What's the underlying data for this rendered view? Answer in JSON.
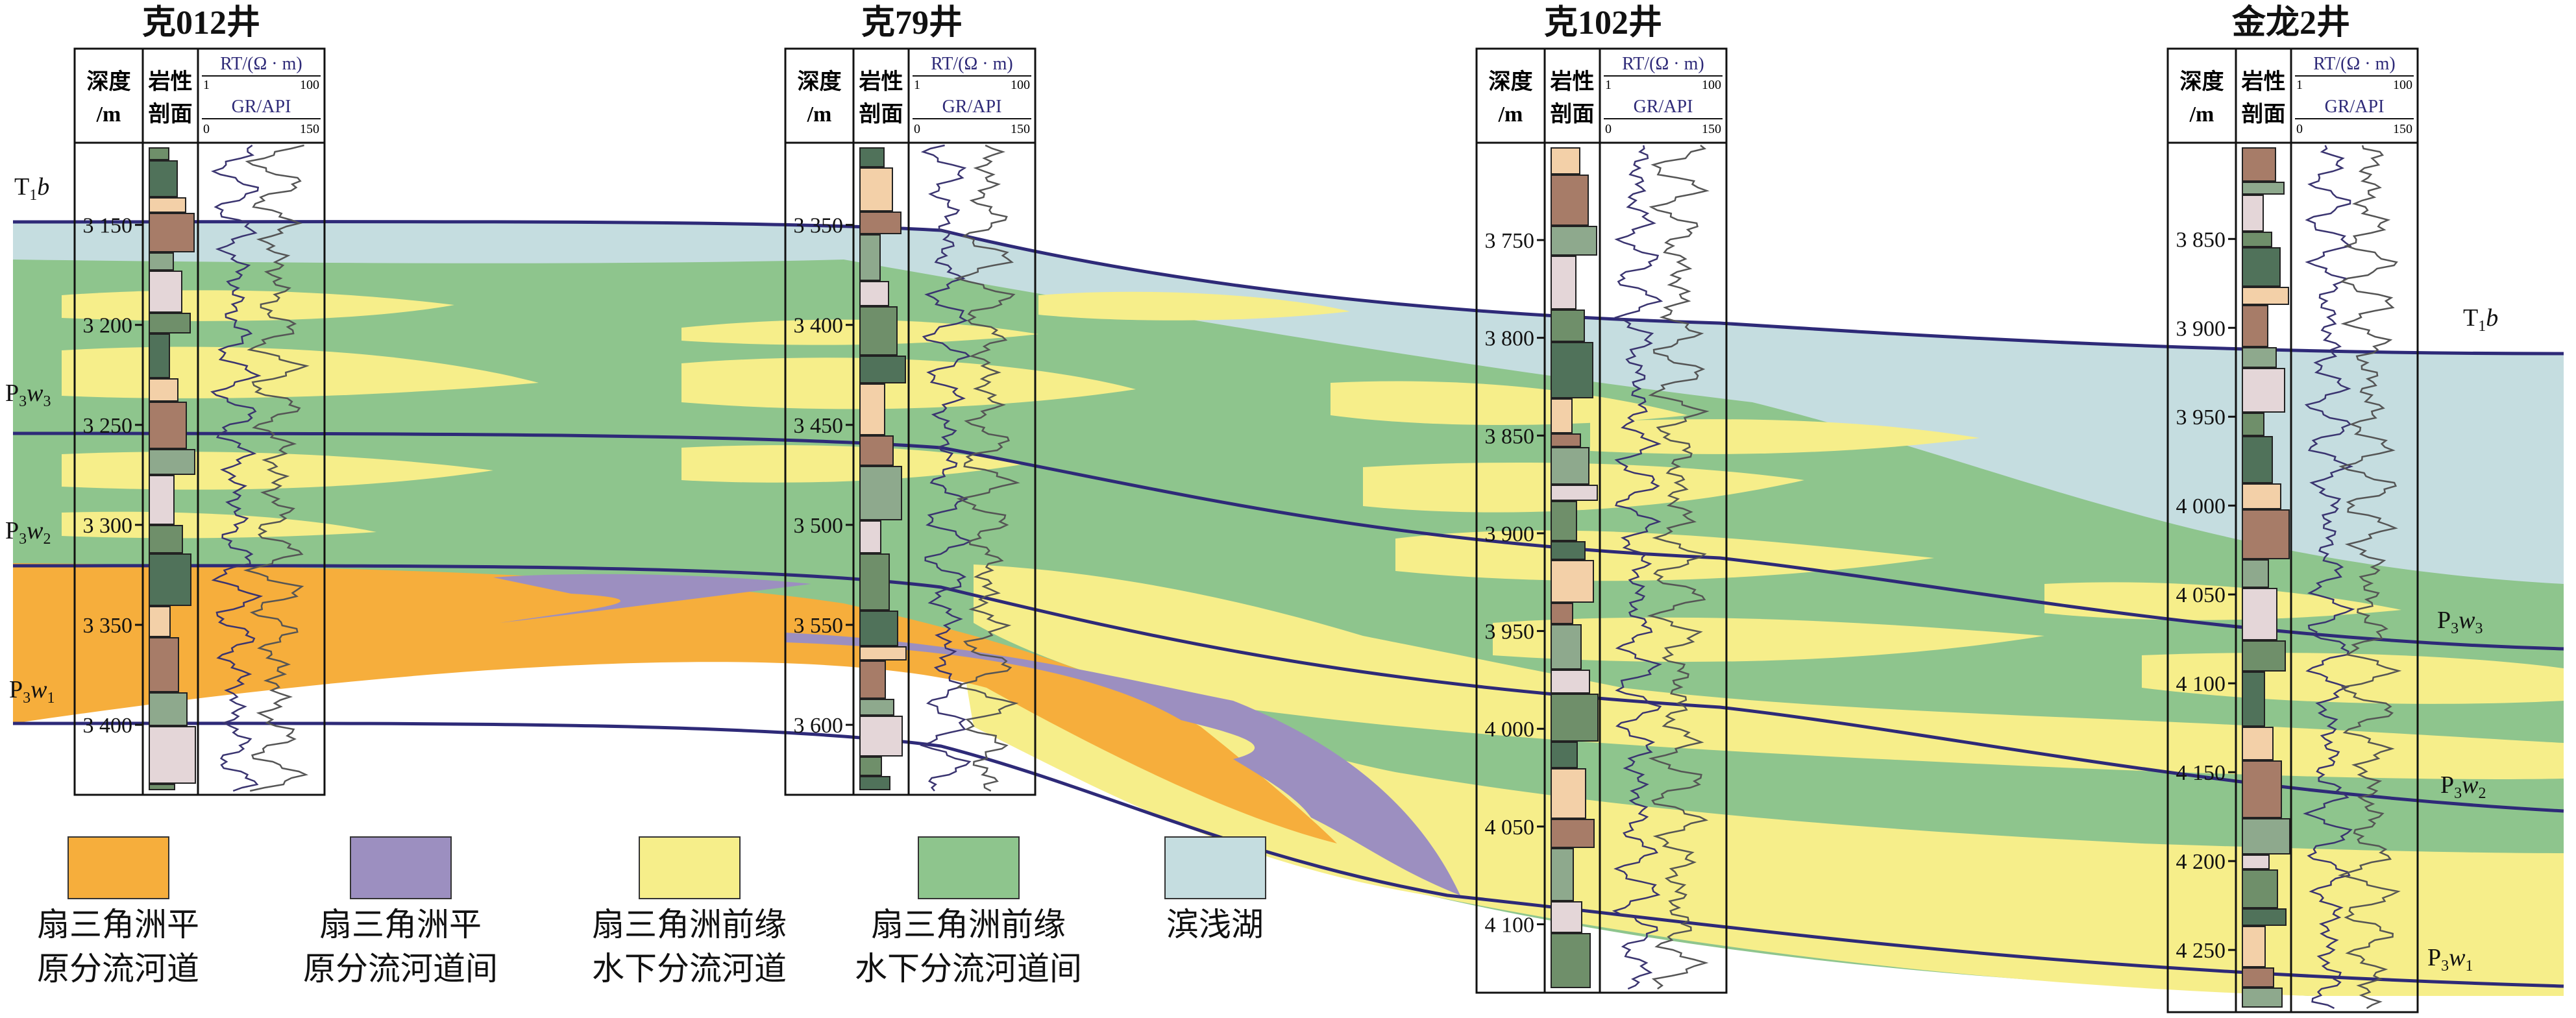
{
  "wells": [
    {
      "id": "ke012",
      "title": "克012井",
      "header": {
        "depth": [
          "深度",
          "/m"
        ],
        "litho": [
          "岩性",
          "剖面"
        ],
        "rt": "RT/(Ω · m)",
        "rt_scale": [
          "1",
          "100"
        ],
        "gr": "GR/API",
        "gr_scale": [
          "0",
          "150"
        ]
      },
      "depth_ticks": [
        "3 150",
        "3 200",
        "3 250",
        "3 300",
        "3 350",
        "3 400"
      ]
    },
    {
      "id": "ke79",
      "title": "克79井",
      "header": {
        "depth": [
          "深度",
          "/m"
        ],
        "litho": [
          "岩性",
          "剖面"
        ],
        "rt": "RT/(Ω · m)",
        "rt_scale": [
          "1",
          "100"
        ],
        "gr": "GR/API",
        "gr_scale": [
          "0",
          "150"
        ]
      },
      "depth_ticks": [
        "3 350",
        "3 400",
        "3 450",
        "3 500",
        "3 550",
        "3 600"
      ]
    },
    {
      "id": "ke102",
      "title": "克102井",
      "header": {
        "depth": [
          "深度",
          "/m"
        ],
        "litho": [
          "岩性",
          "剖面"
        ],
        "rt": "RT/(Ω · m)",
        "rt_scale": [
          "1",
          "100"
        ],
        "gr": "GR/API",
        "gr_scale": [
          "0",
          "150"
        ]
      },
      "depth_ticks": [
        "3 750",
        "3 800",
        "3 850",
        "3 900",
        "3 950",
        "4 000",
        "4 050",
        "4 100"
      ]
    },
    {
      "id": "jinlong2",
      "title": "金龙2井",
      "header": {
        "depth": [
          "深度",
          "/m"
        ],
        "litho": [
          "岩性",
          "剖面"
        ],
        "rt": "RT/(Ω · m)",
        "rt_scale": [
          "1",
          "100"
        ],
        "gr": "GR/API",
        "gr_scale": [
          "0",
          "150"
        ]
      },
      "depth_ticks": [
        "3 850",
        "3 900",
        "3 950",
        "4 000",
        "4 050",
        "4 100",
        "4 150",
        "4 200",
        "4 250"
      ]
    }
  ],
  "boundaries": [
    {
      "id": "T1b",
      "main": "T",
      "sub": "1",
      "tail": "b"
    },
    {
      "id": "P3w3",
      "main": "P",
      "sub": "3",
      "tail": "w",
      "tail_sub": "3"
    },
    {
      "id": "P3w2",
      "main": "P",
      "sub": "3",
      "tail": "w",
      "tail_sub": "2"
    },
    {
      "id": "P3w1",
      "main": "P",
      "sub": "3",
      "tail": "w",
      "tail_sub": "1"
    }
  ],
  "legend": [
    {
      "color": "#f6ae3c",
      "label_line1": "扇三角洲平",
      "label_line2": "原分流河道"
    },
    {
      "color": "#9c8fc0",
      "label_line1": "扇三角洲平",
      "label_line2": "原分流河道间"
    },
    {
      "color": "#f6ee8a",
      "label_line1": "扇三角洲前缘",
      "label_line2": "水下分流河道"
    },
    {
      "color": "#8ec58d",
      "label_line1": "扇三角洲前缘",
      "label_line2": "水下分流河道间"
    },
    {
      "color": "#c5dde0",
      "label_line1": "滨浅湖",
      "label_line2": ""
    }
  ],
  "colors": {
    "boundary_line": "#2e2a78",
    "log_curve": "#3a3470",
    "lake": "#c5dde0",
    "green": "#8ec58d",
    "yellow": "#f6ee8a",
    "orange": "#f6ae3c",
    "purple": "#9c8fc0"
  }
}
